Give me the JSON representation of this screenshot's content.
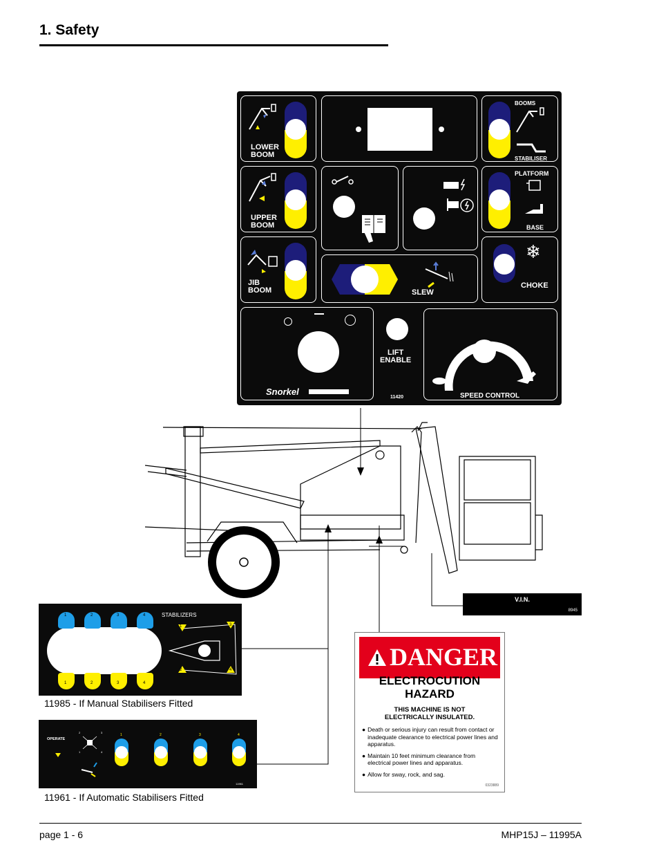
{
  "page": {
    "title": "1. Safety",
    "footer_left": "page  1 - 6",
    "footer_right": "MHP15J – 11995A"
  },
  "control_panel": {
    "lower_boom": "LOWER\nBOOM",
    "upper_boom": "UPPER\nBOOM",
    "jib_boom": "JIB\nBOOM",
    "booms": "BOOMS",
    "stabiliser": "STABILISER",
    "platform": "PLATFORM",
    "base": "BASE",
    "choke": "CHOKE",
    "slew": "SLEW",
    "lift_enable": "LIFT\nENABLE",
    "part_number": "11420",
    "speed_control": "SPEED CONTROL",
    "brand": "Snorkel",
    "colors": {
      "blue": "#1d1d7a",
      "yellow": "#ffef00"
    }
  },
  "vin_plate": {
    "label": "V.I.N.",
    "code": "8945"
  },
  "danger_decal": {
    "header": "DANGER",
    "hazard": "ELECTROCUTION\nHAZARD",
    "subtitle": "THIS MACHINE IS NOT\nELECTRICALLY INSULATED.",
    "bullets": [
      "Death or serious injury can result from contact or inadequate clearance to electrical power lines and apparatus.",
      "Maintain 10 feet minimum clearance from electrical power lines and apparatus.",
      "Allow for sway, rock, and sag."
    ],
    "code": "0323889",
    "header_color": "#e3001b"
  },
  "manual_stabilisers": {
    "label": "STABILIZERS",
    "top_numbers": [
      "1",
      "2",
      "3",
      "4"
    ],
    "bottom_numbers": [
      "1",
      "2",
      "3",
      "4"
    ],
    "leg_numbers": [
      "1",
      "3",
      "2",
      "4"
    ],
    "caption": "11985 - If Manual Stabilisers Fitted"
  },
  "automatic_stabilisers": {
    "operate": "OPERATE",
    "numbers": [
      "1",
      "2",
      "3",
      "4"
    ],
    "small_numbers": [
      "2",
      "3",
      "1",
      "4"
    ],
    "part_number": "11961",
    "caption": "11961 - If Automatic Stabilisers Fitted"
  }
}
